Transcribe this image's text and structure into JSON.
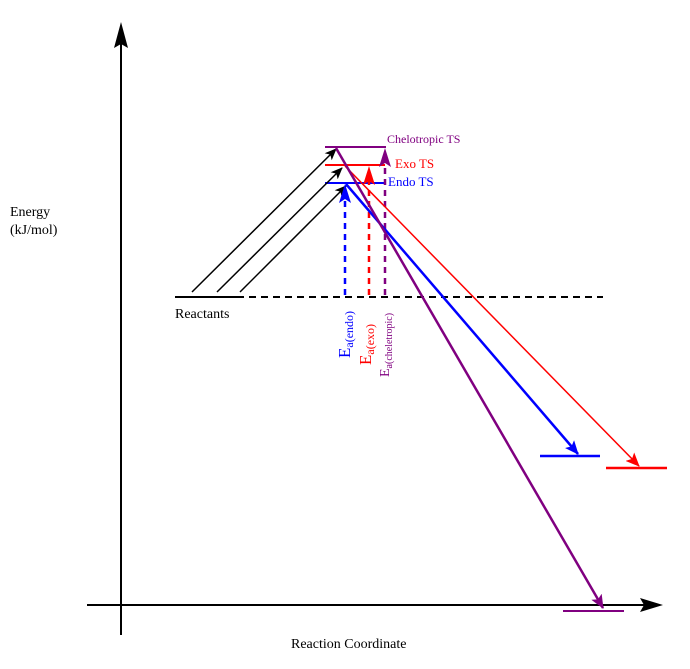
{
  "axes": {
    "y_label_line1": "Energy",
    "y_label_line2": "(kJ/mol)",
    "x_label": "Reaction Coordinate"
  },
  "levels": {
    "reactants": {
      "label": "Reactants",
      "color": "#000000"
    },
    "chelotropic_ts": {
      "label": "Chelotropic TS",
      "color": "#800080"
    },
    "exo_ts": {
      "label": "Exo TS",
      "color": "#ff0000"
    },
    "endo_ts": {
      "label": "Endo TS",
      "color": "#0000ff"
    },
    "endo_product": {
      "color": "#0000ff"
    },
    "exo_product": {
      "color": "#ff0000"
    },
    "chelotropic_product": {
      "color": "#800080"
    }
  },
  "activation_energies": {
    "endo": {
      "base": "E",
      "sub": "a(endo)",
      "color": "#0000ff"
    },
    "exo": {
      "base": "E",
      "sub": "a(exo)",
      "color": "#ff0000"
    },
    "chelotropic": {
      "base": "E",
      "sub": "a(cheletropic)",
      "color": "#800080"
    }
  }
}
